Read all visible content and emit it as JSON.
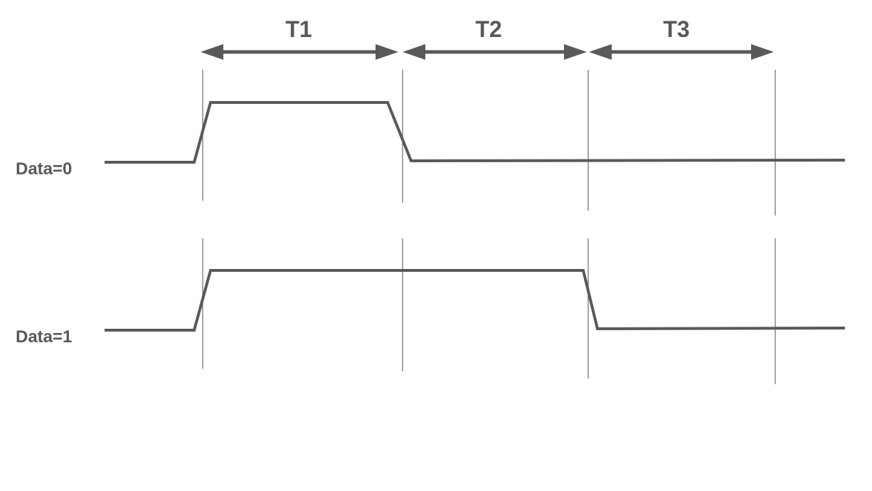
{
  "periods": [
    {
      "label": "T1"
    },
    {
      "label": "T2"
    },
    {
      "label": "T3"
    }
  ],
  "signals": [
    {
      "label": "Data=0",
      "high_periods": 1
    },
    {
      "label": "Data=1",
      "high_periods": 2
    }
  ],
  "colors": {
    "stroke": "#595959"
  }
}
